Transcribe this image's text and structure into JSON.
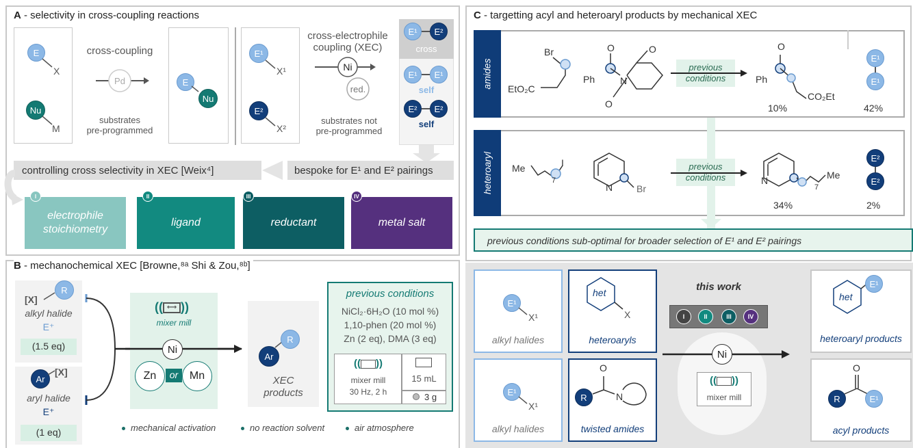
{
  "panelA": {
    "letter": "A",
    "title": " - selectivity in cross-coupling reactions",
    "cross_coupling_label": "cross-coupling",
    "pd": "Pd",
    "e": "E",
    "x": "X",
    "nu": "Nu",
    "m": "M",
    "substrates_pre": "substrates\npre-programmed",
    "xec_label": "cross-electrophile\ncoupling (XEC)",
    "ni": "Ni",
    "red": "red.",
    "substrates_not": "substrates not\npre-programmed",
    "e1": "E¹",
    "e2": "E²",
    "x1": "X¹",
    "x2": "X²",
    "cross": "cross",
    "self": "self",
    "controlling": "controlling cross selectivity in XEC [Weix⁴]",
    "bespoke": "bespoke for E¹ and E² pairings",
    "tiles": [
      {
        "num": "I",
        "label": "electrophile\nstoichiometry",
        "color": "#89c6c0"
      },
      {
        "num": "II",
        "label": "ligand",
        "color": "#128a80"
      },
      {
        "num": "III",
        "label": "reductant",
        "color": "#0d5e63"
      },
      {
        "num": "IV",
        "label": "metal salt",
        "color": "#55307e"
      }
    ]
  },
  "panelB": {
    "letter": "B",
    "title": " - mechanochemical XEC [Browne,⁸ᵃ Shi & Zou,⁸ᵇ]",
    "x": "[X]",
    "r": "R",
    "ar": "Ar",
    "alkyl_halide": "alkyl halide",
    "aryl_halide": "aryl halide",
    "eplus": "E⁺",
    "eq15": "(1.5 eq)",
    "eq1": "(1 eq)",
    "mixer_mill": "mixer mill",
    "ni": "Ni",
    "zn": "Zn",
    "or": "or",
    "mn": "Mn",
    "xec_products": "XEC\nproducts",
    "prev_title": "previous conditions",
    "prev_lines": [
      "NiCl₂·6H₂O (10 mol %)",
      "1,10-phen (20 mol %)",
      "Zn (2 eq), DMA (3 eq)"
    ],
    "mill_label": "mixer mill",
    "mill_freq": "30 Hz, 2 h",
    "jar": "15 mL",
    "ball": "3 g",
    "bullets": [
      "mechanical activation",
      "no reaction solvent",
      "air atmosphere"
    ]
  },
  "panelC": {
    "letter": "C",
    "title": " - targetting acyl and heteroaryl products by mechanical XEC",
    "amides_tab": "amides",
    "heteroaryl_tab": "heteroaryl",
    "prev_cond": "previous\nconditions",
    "br": "Br",
    "eto2c": "EtO₂C",
    "ph": "Ph",
    "o": "O",
    "n": "N",
    "co2et": "CO₂Et",
    "me": "Me",
    "i": "I",
    "sub7": "7",
    "yield_amide": "10%",
    "self_amide": "42%",
    "yield_het": "34%",
    "self_het": "2%",
    "suboptimal": "previous conditions sub-optimal for broader selection of E¹ and E² pairings",
    "e1": "E¹",
    "e2": "E²",
    "x1": "X¹",
    "x": "X",
    "het": "het",
    "alkyl_halides": "alkyl halides",
    "heteroaryls": "heteroaryls",
    "twisted_amides": "twisted amides",
    "this_work": "this work",
    "roman": [
      "I",
      "II",
      "III",
      "IV"
    ],
    "ni": "Ni",
    "mixer_mill": "mixer mill",
    "heteroaryl_products": "heteroaryl products",
    "acyl_products": "acyl products",
    "r": "R"
  }
}
